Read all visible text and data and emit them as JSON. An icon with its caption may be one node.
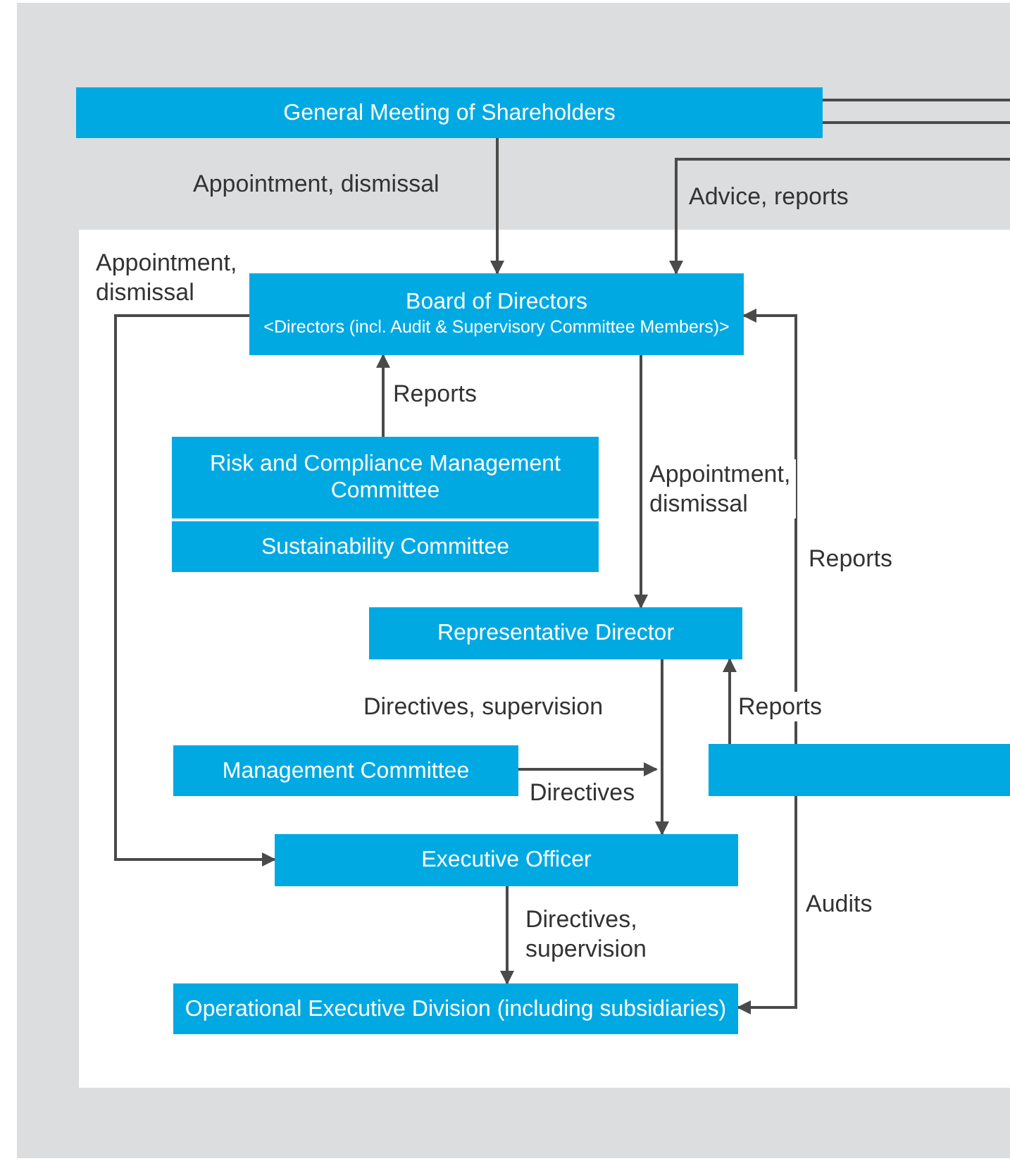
{
  "diagram": {
    "nodes": [
      {
        "text": [
          "General Meeting of Shareholders"
        ]
      },
      {
        "text": [
          "Board of Directors",
          "<Directors (incl. Audit & Supervisory Committee Members)>"
        ]
      },
      {
        "text": [
          "Risk and Compliance Management Committee"
        ]
      },
      {
        "text": [
          "Sustainability Committee"
        ]
      },
      {
        "text": [
          "Representative Director"
        ]
      },
      {
        "text": [
          "Management Committee"
        ]
      },
      {
        "text": [],
        "shape": "box"
      },
      {
        "text": [
          "Executive Officer"
        ]
      },
      {
        "text": [
          "Operational Executive Division (including subsidiaries)"
        ]
      }
    ],
    "edges": [
      {
        "from": 0,
        "to": 1,
        "arrow": "to",
        "label": "Appointment, dismissal"
      },
      {
        "from": null,
        "to": 1,
        "arrow": "to",
        "label": "Advice, reports"
      },
      {
        "from": 0,
        "to": null,
        "arrow": "none"
      },
      {
        "from": 0,
        "to": null,
        "arrow": "none"
      },
      {
        "from": 1,
        "to": 7,
        "arrow": "to",
        "label": "Appointment, dismissal"
      },
      {
        "from": 2,
        "to": 1,
        "arrow": "to",
        "label": "Reports"
      },
      {
        "from": 1,
        "to": 4,
        "arrow": "to",
        "label": "Appointment, dismissal"
      },
      {
        "from": 4,
        "to": 7,
        "arrow": "to",
        "label": "Directives, supervision"
      },
      {
        "from": 5,
        "to": null,
        "arrow": "to",
        "label": "Directives"
      },
      {
        "from": 6,
        "to": 4,
        "arrow": "to",
        "label": "Reports"
      },
      {
        "from": 6,
        "to": 1,
        "arrow": "to",
        "label": "Reports"
      },
      {
        "from": 6,
        "to": 8,
        "arrow": "to",
        "label": "Audits"
      },
      {
        "from": 7,
        "to": 8,
        "arrow": "to",
        "label": "Directives, supervision"
      }
    ]
  }
}
